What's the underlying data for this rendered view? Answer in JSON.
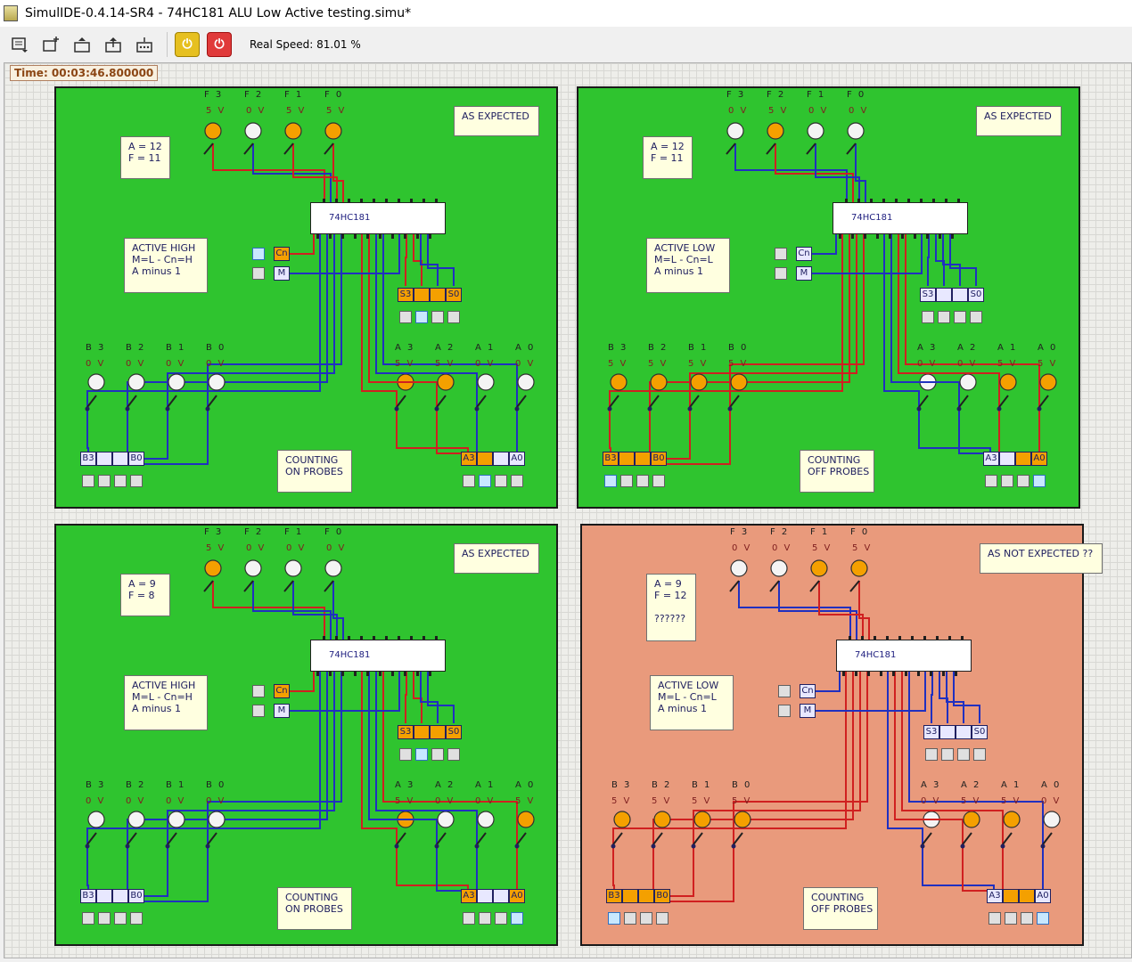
{
  "window": {
    "title": "SimulIDE-0.4.14-SR4  -  74HC181 ALU Low Active testing.simu*"
  },
  "toolbar": {
    "icons": [
      "circuit-menu-icon",
      "new-circuit-icon",
      "open-file-icon",
      "save-file-icon",
      "settings-icon"
    ],
    "pause_label": "pause-icon",
    "power_label": "power-icon",
    "speed": "Real Speed: 81.01 %"
  },
  "sim": {
    "time": "Time: 00:03:46.800000"
  },
  "colors": {
    "green": "#2fc42f",
    "salmon": "#e99a7c",
    "wire_red": "#d02020",
    "wire_blue": "#2030c0",
    "on": "#f4a000"
  },
  "panels": [
    {
      "result": "AS EXPECTED",
      "values": "A = 12\nF = 11",
      "mode": "ACTIVE HIGH\nM=L - Cn=H\nA minus 1",
      "counting": "COUNTING\nON PROBES",
      "chip": "74HC181",
      "f_labels": [
        "F 3",
        "F 2",
        "F 1",
        "F 0"
      ],
      "f_volts": [
        "5 V",
        "0 V",
        "5 V",
        "5 V"
      ],
      "b_labels": [
        "B 3",
        "B 2",
        "B 1",
        "B 0"
      ],
      "b_volts": [
        "0 V",
        "0 V",
        "0 V",
        "0 V"
      ],
      "a_labels": [
        "A 3",
        "A 2",
        "A 1",
        "A 0"
      ],
      "a_volts": [
        "5 V",
        "5 V",
        "0 V",
        "0 V"
      ],
      "cn": "Cn",
      "m": "M",
      "b_ind": [
        "B3",
        "",
        "",
        "B0"
      ],
      "a_ind": [
        "A3",
        "",
        "",
        "A0"
      ],
      "s_ind": [
        "S3",
        "",
        "",
        "S0"
      ]
    },
    {
      "result": "AS EXPECTED",
      "values": "A = 12\nF = 11",
      "mode": "ACTIVE LOW\nM=L - Cn=L\nA minus 1",
      "counting": "COUNTING\nOFF PROBES",
      "chip": "74HC181",
      "f_labels": [
        "F 3",
        "F 2",
        "F 1",
        "F 0"
      ],
      "f_volts": [
        "0 V",
        "5 V",
        "0 V",
        "0 V"
      ],
      "b_labels": [
        "B 3",
        "B 2",
        "B 1",
        "B 0"
      ],
      "b_volts": [
        "5 V",
        "5 V",
        "5 V",
        "5 V"
      ],
      "a_labels": [
        "A 3",
        "A 2",
        "A 1",
        "A 0"
      ],
      "a_volts": [
        "0 V",
        "0 V",
        "5 V",
        "5 V"
      ],
      "cn": "Cn",
      "m": "M",
      "b_ind": [
        "B3",
        "",
        "",
        "B0"
      ],
      "a_ind": [
        "A3",
        "",
        "",
        "A0"
      ],
      "s_ind": [
        "S3",
        "",
        "",
        "S0"
      ]
    },
    {
      "result": "AS EXPECTED",
      "values": "A = 9\nF = 8",
      "mode": "ACTIVE HIGH\nM=L - Cn=H\nA minus 1",
      "counting": "COUNTING\nON PROBES",
      "chip": "74HC181",
      "f_labels": [
        "F 3",
        "F 2",
        "F 1",
        "F 0"
      ],
      "f_volts": [
        "5 V",
        "0 V",
        "0 V",
        "0 V"
      ],
      "b_labels": [
        "B 3",
        "B 2",
        "B 1",
        "B 0"
      ],
      "b_volts": [
        "0 V",
        "0 V",
        "0 V",
        "0 V"
      ],
      "a_labels": [
        "A 3",
        "A 2",
        "A 1",
        "A 0"
      ],
      "a_volts": [
        "5 V",
        "0 V",
        "0 V",
        "5 V"
      ],
      "cn": "Cn",
      "m": "M",
      "b_ind": [
        "B3",
        "",
        "",
        "B0"
      ],
      "a_ind": [
        "A3",
        "",
        "",
        "A0"
      ],
      "s_ind": [
        "S3",
        "",
        "",
        "S0"
      ]
    },
    {
      "result": "AS NOT EXPECTED ??",
      "values": "A = 9\nF = 12\n\n??????",
      "mode": "ACTIVE LOW\nM=L - Cn=L\nA minus 1",
      "counting": "COUNTING\nOFF PROBES",
      "chip": "74HC181",
      "f_labels": [
        "F 3",
        "F 2",
        "F 1",
        "F 0"
      ],
      "f_volts": [
        "0 V",
        "0 V",
        "5 V",
        "5 V"
      ],
      "b_labels": [
        "B 3",
        "B 2",
        "B 1",
        "B 0"
      ],
      "b_volts": [
        "5 V",
        "5 V",
        "5 V",
        "5 V"
      ],
      "a_labels": [
        "A 3",
        "A 2",
        "A 1",
        "A 0"
      ],
      "a_volts": [
        "0 V",
        "5 V",
        "5 V",
        "0 V"
      ],
      "cn": "Cn",
      "m": "M",
      "b_ind": [
        "B3",
        "",
        "",
        "B0"
      ],
      "a_ind": [
        "A3",
        "",
        "",
        "A0"
      ],
      "s_ind": [
        "S3",
        "",
        "",
        "S0"
      ]
    }
  ]
}
